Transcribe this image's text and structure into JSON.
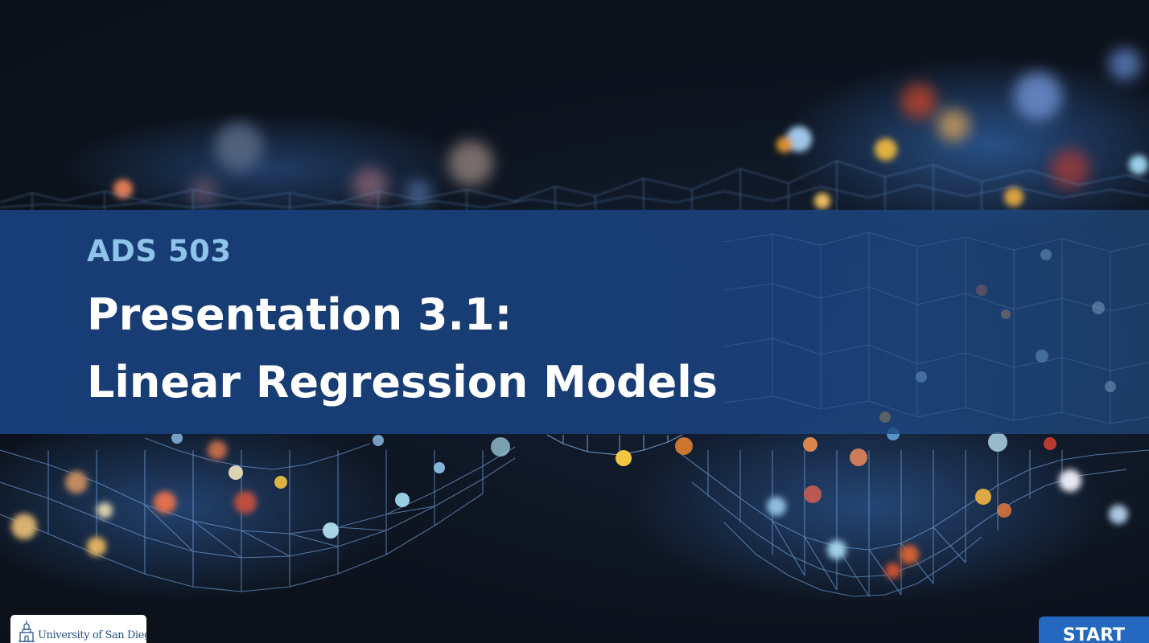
{
  "slide": {
    "course_code": "ADS 503",
    "title_line_1": "Presentation 3.1:",
    "title_line_2": "Linear Regression Models"
  },
  "branding": {
    "logo_text": "University of San Diego",
    "logo_icon": "university-crest-icon"
  },
  "controls": {
    "start_label": "START"
  },
  "colors": {
    "band": "#183d76",
    "course_code": "#8ec3ea",
    "title": "#ffffff",
    "start_button": "#2468bf",
    "background": "#0d121b"
  }
}
